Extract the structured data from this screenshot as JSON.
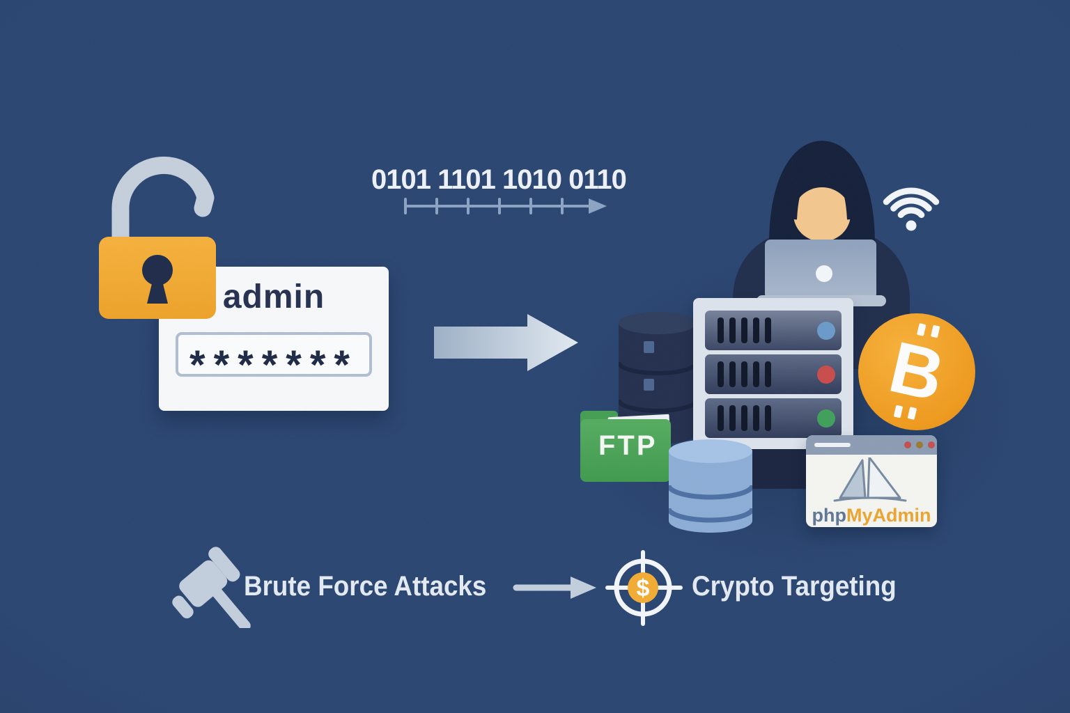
{
  "scene": {
    "background": "#294571"
  },
  "credential_card": {
    "username": "admin",
    "password_mask": "*******"
  },
  "binary_stream": {
    "text": "0101 1101 1010 0110"
  },
  "cluster": {
    "ftp_label": "FTP",
    "phpmyadmin_prefix": "php",
    "phpmyadmin_suffix": "MyAdmin",
    "bitcoin_symbol": "B",
    "led_colors": {
      "top": "#6b9ac9",
      "middle": "#c94b4b",
      "bottom": "#3fa05a"
    }
  },
  "footer": {
    "left_label": "Brute Force Attacks",
    "right_label": "Crypto Targeting",
    "target_symbol": "$"
  },
  "colors": {
    "lock_orange": "#f2aa32",
    "bitcoin_orange": "#f09a1d",
    "ftp_green": "#49a355",
    "steel_gray": "#c3cedd",
    "text_light": "#e3eaf2",
    "navy_dark": "#1b2740"
  },
  "icons": {
    "padlock": "open-padlock",
    "keyhole": "keyhole",
    "wifi": "wifi-signal",
    "hacker": "hooded-figure-with-laptop",
    "server": "server-rack",
    "database_dark": "database-cylinder-dark",
    "database_blue": "database-cylinder-blue",
    "folder": "ftp-folder",
    "coin": "bitcoin-coin",
    "gavel": "gavel-hammer",
    "target": "crosshair-dollar-target",
    "arrow": "right-arrow"
  }
}
